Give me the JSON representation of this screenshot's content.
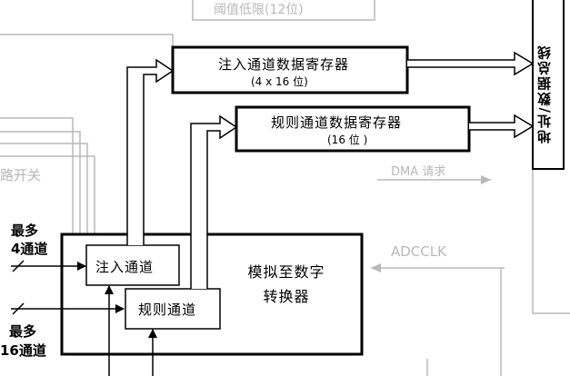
{
  "top_label": "阈值低限(12位)",
  "bus_label": "地址/数据总线",
  "injected_register": {
    "title": "注入通道数据寄存器",
    "subtitle": "(4 x 16 位)"
  },
  "regular_register": {
    "title": "规则通道数据寄存器",
    "subtitle": "(16 位 )"
  },
  "analog_switch_label": "路开关",
  "dma_label": "DMA 请求",
  "adcclk_label": "ADCCLK",
  "injected_input": {
    "line1": "最多",
    "line2": "4通道"
  },
  "regular_input": {
    "line1": "最多",
    "line2": "16通道"
  },
  "injected_channel_label": "注入通道",
  "regular_channel_label": "规则通道",
  "converter": {
    "line1": "模拟至数字",
    "line2": "转换器"
  },
  "colors": {
    "line": "#000000",
    "faint": "#b8b8b8"
  }
}
